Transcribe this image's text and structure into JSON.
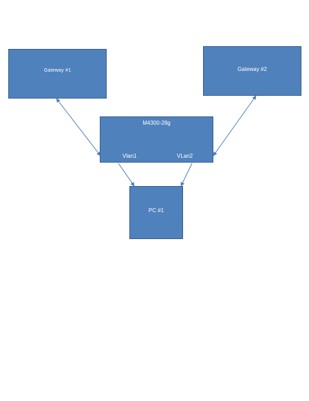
{
  "nodes": {
    "gateway1": "Gateway #1",
    "gateway2": "Gateway #2",
    "switch": "M4300-28g",
    "vlan1": "Vlan1",
    "vlan2": "VLan2",
    "pc1": "PC #1"
  },
  "colors": {
    "box_fill": "#4f81bd",
    "box_border": "#385d8a",
    "connector": "#4a7ebb",
    "text": "#ffffff"
  }
}
